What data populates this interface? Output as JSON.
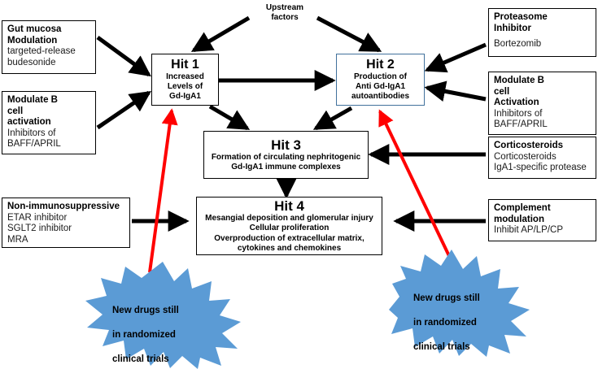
{
  "diagram": {
    "title_text": "Upstream factors",
    "upstream_label": "Upstream\nfactors",
    "colors": {
      "accent_blue_border": "#41719c",
      "burst_fill": "#5b9bd5",
      "arrow_black": "#000000",
      "arrow_red": "#ff0000",
      "box_border": "#000000",
      "background": "#ffffff"
    }
  },
  "hits": [
    {
      "id": "hit1",
      "name": "Hit 1",
      "description": "Increased\nLevels of\nGd-IgA1",
      "desc_lines": [
        "Increased",
        "Levels of",
        "Gd-IgA1"
      ],
      "accent": false
    },
    {
      "id": "hit2",
      "name": "Hit 2",
      "description": "Production of\nAnti Gd-IgA1\nautoantibodies",
      "desc_lines": [
        "Production of",
        "Anti Gd-IgA1",
        "autoantibodies"
      ],
      "accent": true
    },
    {
      "id": "hit3",
      "name": "Hit 3",
      "description": "Formation of circulating nephritogenic\nGd-IgA1 immune complexes",
      "desc_lines": [
        "Formation of circulating nephritogenic",
        "Gd-IgA1 immune complexes"
      ],
      "accent": false
    },
    {
      "id": "hit4",
      "name": "Hit 4",
      "description": "Mesangial deposition and glomerular injury\nCellular proliferation\nOverproduction of extracellular matrix,\ncytokines and chemokines",
      "desc_lines": [
        "Mesangial deposition and glomerular injury",
        "Cellular proliferation",
        "Overproduction of extracellular matrix,",
        "cytokines and chemokines"
      ],
      "accent": false
    }
  ],
  "left_boxes": [
    {
      "id": "gut-mucosa",
      "title": "Gut mucosa\nModulation",
      "title_lines": [
        "Gut mucosa",
        "Modulation"
      ],
      "details": [
        "targeted-release",
        "budesonide"
      ]
    },
    {
      "id": "modulate-b-cell-left",
      "title": "Modulate B\ncell\nactivation",
      "title_lines": [
        "Modulate B",
        "cell",
        "activation"
      ],
      "details": [
        "Inhibitors of",
        "BAFF/APRIL"
      ]
    },
    {
      "id": "non-immunosuppressive",
      "title": "Non-immunosuppressive",
      "title_lines": [
        "Non-immunosuppressive"
      ],
      "details": [
        "ETAR inhibitor",
        "SGLT2 inhibitor",
        "MRA"
      ]
    }
  ],
  "right_boxes": [
    {
      "id": "proteasome-inhibitor",
      "title": "Proteasome\nInhibitor",
      "title_lines": [
        "Proteasome",
        "Inhibitor"
      ],
      "details": [
        "",
        "Bortezomib"
      ]
    },
    {
      "id": "modulate-b-cell-right",
      "title": "Modulate B\ncell\nActivation",
      "title_lines": [
        "Modulate B",
        "cell",
        "Activation"
      ],
      "details": [
        "Inhibitors of",
        "BAFF/APRIL"
      ]
    },
    {
      "id": "corticosteroids",
      "title": "Corticosteroids",
      "title_lines": [
        "Corticosteroids"
      ],
      "details": [
        "Corticosteroids",
        "IgA1-specific protease"
      ]
    },
    {
      "id": "complement-modulation",
      "title": "Complement\nmodulation",
      "title_lines": [
        "Complement",
        "modulation"
      ],
      "details": [
        "Inhibit AP/LP/CP"
      ]
    }
  ],
  "bursts": [
    {
      "id": "burst-left",
      "text": "New drugs still\nin randomized\nclinical trials",
      "lines": [
        "New drugs still",
        "in randomized",
        "clinical trials"
      ]
    },
    {
      "id": "burst-right",
      "text": "New drugs still\nin randomized\nclinical trials",
      "lines": [
        "New drugs still",
        "in randomized",
        "clinical trials"
      ]
    }
  ]
}
